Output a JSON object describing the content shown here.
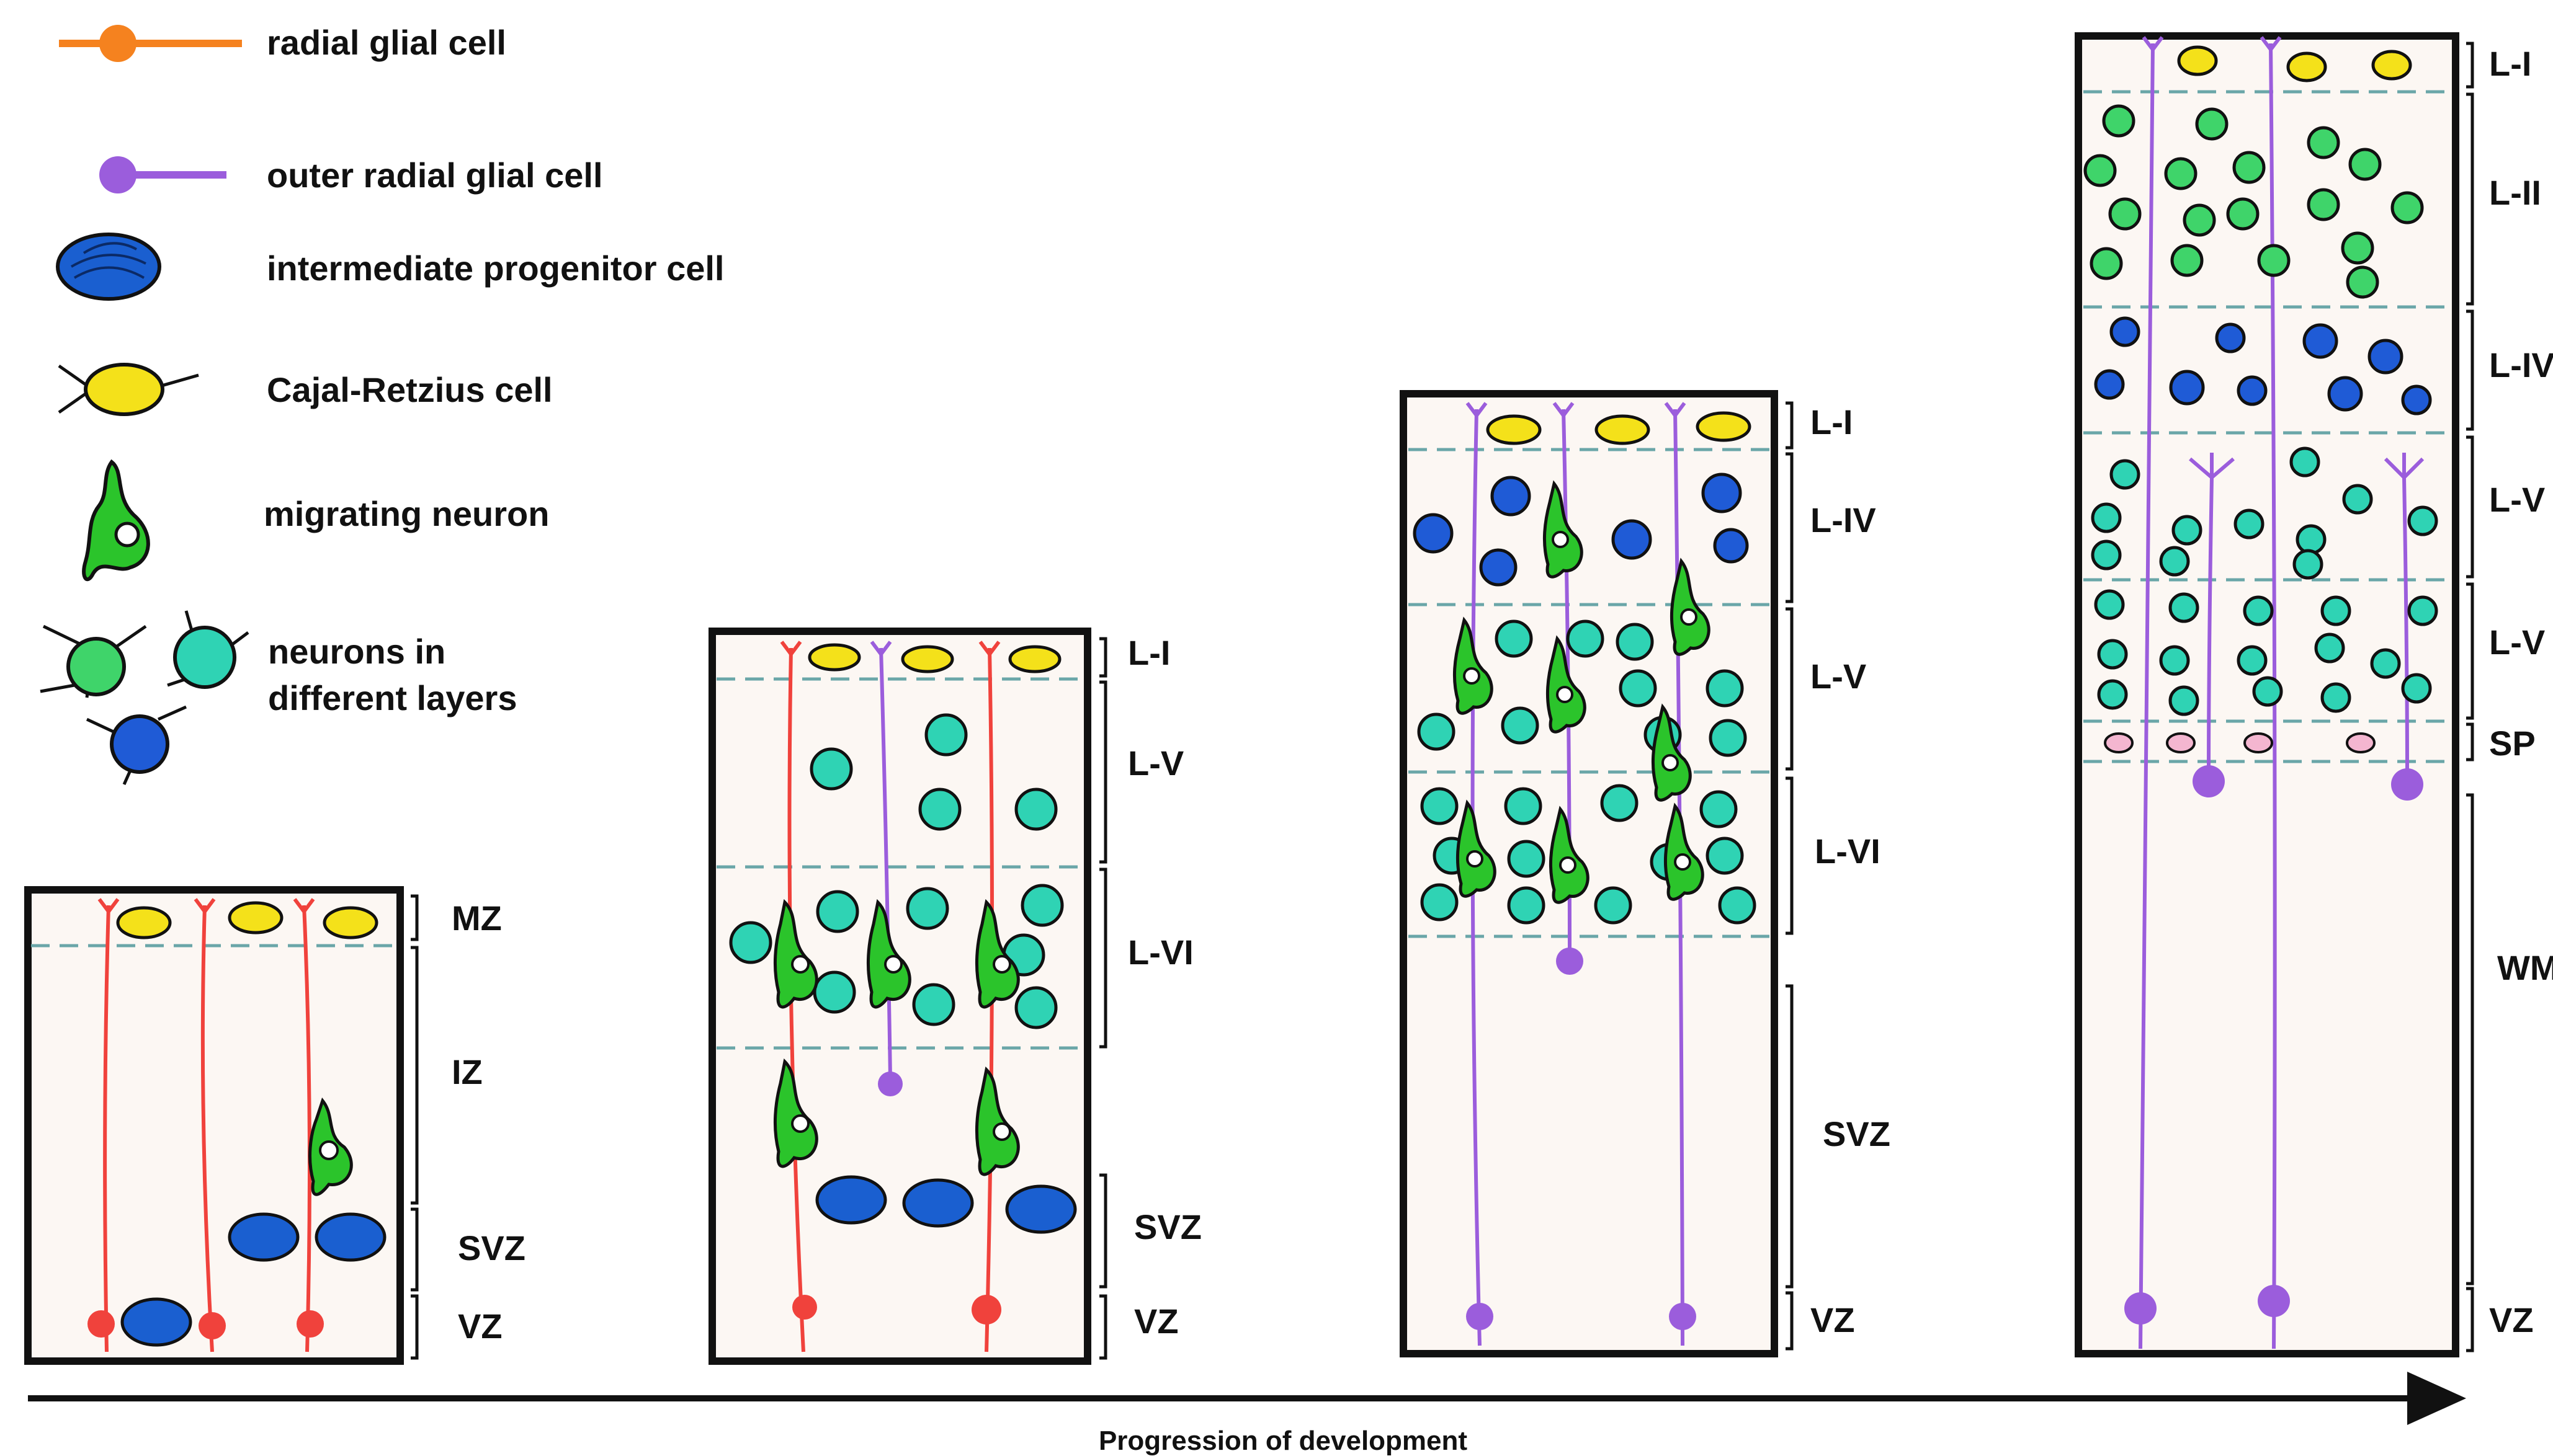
{
  "legend": [
    {
      "key": "radial",
      "label": "radial glial cell"
    },
    {
      "key": "outer",
      "label": "outer radial glial cell"
    },
    {
      "key": "ipc",
      "label": "intermediate progenitor cell"
    },
    {
      "key": "cr",
      "label": "Cajal-Retzius cell"
    },
    {
      "key": "migrating",
      "label": "migrating neuron"
    },
    {
      "key": "neurons",
      "label_line1": "neurons in",
      "label_line2": "different layers"
    }
  ],
  "stages": [
    {
      "zones": [
        "MZ",
        "IZ",
        "SVZ",
        "VZ"
      ]
    },
    {
      "zones": [
        "L-I",
        "L-V",
        "L-VI",
        "SVZ",
        "VZ"
      ]
    },
    {
      "zones": [
        "L-I",
        "L-IV",
        "L-V",
        "L-VI",
        "SVZ",
        "VZ"
      ]
    },
    {
      "zones": [
        "L-I",
        "L-II",
        "L-IV",
        "L-V",
        "L-V",
        "SP",
        "WM",
        "VZ"
      ]
    }
  ],
  "axis": {
    "label": "Progression of development"
  },
  "colors": {
    "radial_glia": "#f0423c",
    "radial_legend": "#f5821f",
    "outer_radial_glia": "#9b5ddc",
    "ipc": "#1a5fd0",
    "cajal_retzius": "#f4e11a",
    "migrating_neuron": "#2bc42b",
    "neuron_green": "#3fd46a",
    "neuron_teal": "#2fd3b4",
    "neuron_blue": "#1f5bd6",
    "subplate": "#f4b6d0",
    "panel_fill": "#fcf7f3",
    "dash": "#6aa6a8"
  }
}
